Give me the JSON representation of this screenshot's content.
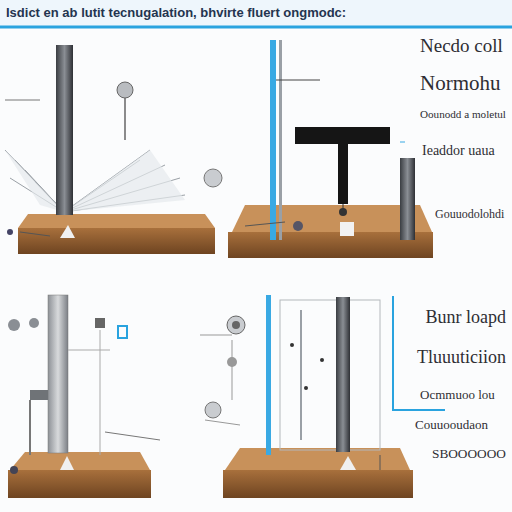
{
  "diagram": {
    "title": "Isdict en ab lutit tecnugalation, bhvirte fluert ongmodc:",
    "labels": [
      "Necdo coll",
      "Normohu",
      "Oounodd a moletul",
      "Ieaddor uaua",
      "Gouuodolohdi",
      "Bunr loapd",
      "Tluuuticiion",
      "Ocmmuoo lou",
      "Couuooudaon",
      "SBOOOOOO"
    ]
  }
}
